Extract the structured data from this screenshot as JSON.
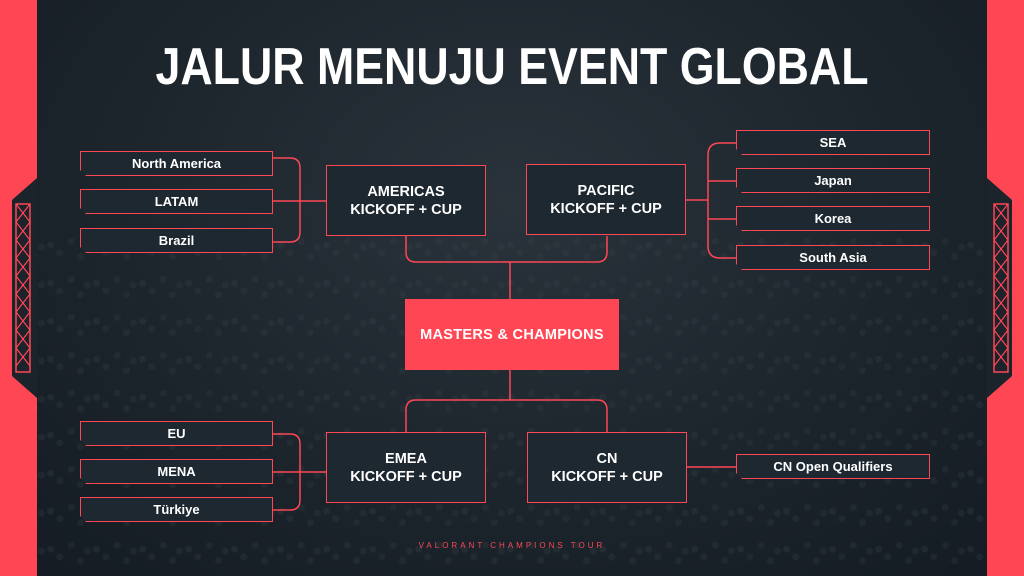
{
  "title": "JALUR MENUJU EVENT GLOBAL",
  "footer": "VALORANT CHAMPIONS TOUR",
  "center": {
    "label": "MASTERS & CHAMPIONS"
  },
  "hubs": {
    "americas": {
      "line1": "AMERICAS",
      "line2": "KICKOFF + CUP"
    },
    "pacific": {
      "line1": "PACIFIC",
      "line2": "KICKOFF + CUP"
    },
    "emea": {
      "line1": "EMEA",
      "line2": "KICKOFF + CUP"
    },
    "cn": {
      "line1": "CN",
      "line2": "KICKOFF + CUP"
    }
  },
  "regions": {
    "americas": [
      "North America",
      "LATAM",
      "Brazil"
    ],
    "pacific": [
      "SEA",
      "Japan",
      "Korea",
      "South Asia"
    ],
    "emea": [
      "EU",
      "MENA",
      "Türkiye"
    ],
    "cn": [
      "CN Open Qualifiers"
    ]
  },
  "colors": {
    "accent": "#ff4655",
    "background": "#1b232b",
    "text": "#ffffff"
  }
}
